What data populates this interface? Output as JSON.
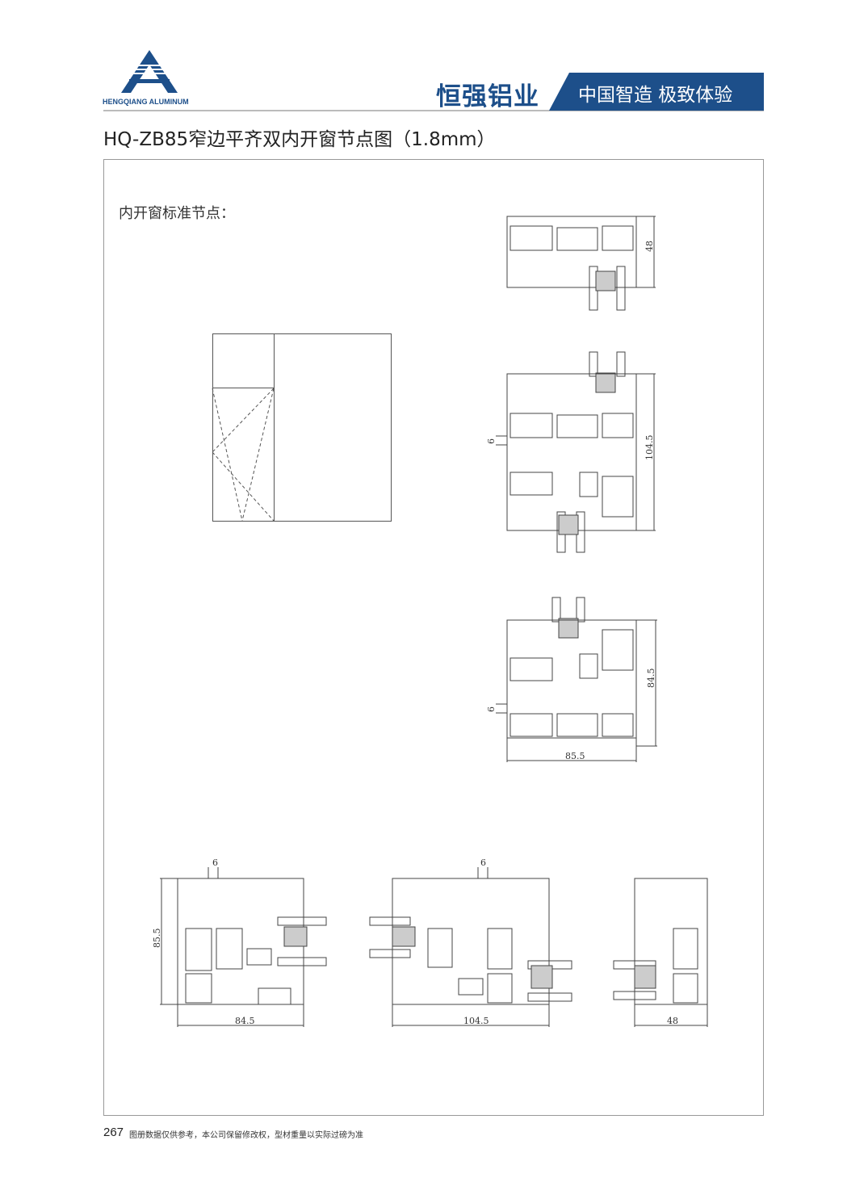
{
  "header": {
    "logo_text": "HENGQIANG ALUMINUM",
    "brand_name": "恒强铝业",
    "slogan": "中国智造 极致体验",
    "brand_color": "#1d4f8a"
  },
  "title": "HQ-ZB85窄边平齐双内开窗节点图（1.8mm）",
  "section_label": "内开窗标准节点：",
  "dimensions": {
    "top_head_height": "48",
    "mid_transom_height": "104.5",
    "mid_transom_gap": "6",
    "sill_height": "84.5",
    "sill_gap": "6",
    "sill_width": "85.5",
    "left_jamb_gap": "6",
    "left_jamb_depth": "85.5",
    "left_jamb_width": "84.5",
    "center_mullion_gap": "6",
    "center_mullion_width": "104.5",
    "right_jamb_width": "48"
  },
  "footer": {
    "page_number": "267",
    "note": "图册数据仅供参考，本公司保留修改权，型材重量以实际过磅为准"
  }
}
